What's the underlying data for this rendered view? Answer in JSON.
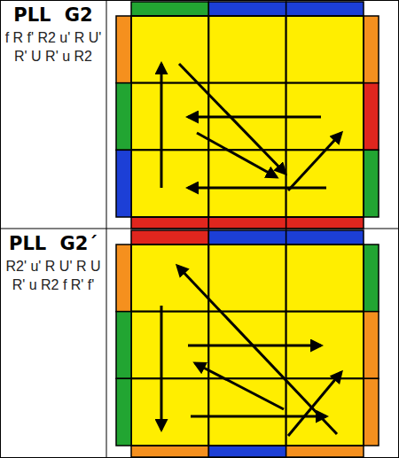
{
  "diagram": {
    "nodes": [
      {
        "text": [
          "PLL G2",
          "f R f' R2 u' R U' R' U R' u R2"
        ]
      },
      {
        "text": [
          "PLL G2´",
          "R2' u' R U' R U R' u R2 f R' f'"
        ]
      }
    ]
  }
}
